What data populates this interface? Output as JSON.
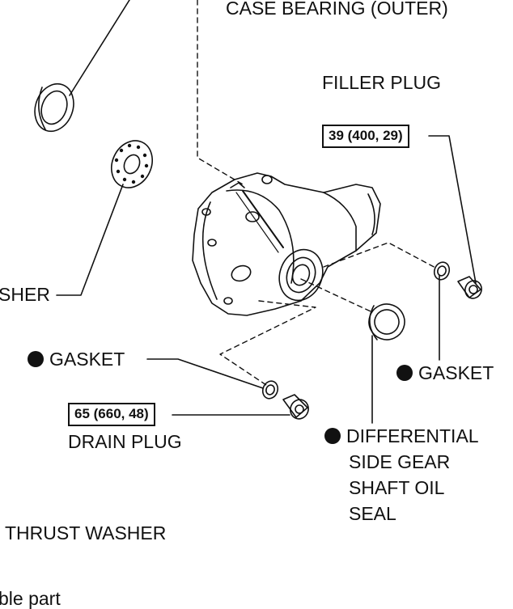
{
  "labels": {
    "case_bearing": "CASE BEARING  (OUTER)",
    "filler_plug": "FILLER PLUG",
    "washer_partial": "SHER",
    "gasket_left": "GASKET",
    "gasket_right": "GASKET",
    "drain_plug": "DRAIN PLUG",
    "seal_line1": "DIFFERENTIAL",
    "seal_line2": "SIDE GEAR",
    "seal_line3": "SHAFT OIL",
    "seal_line4": "SEAL",
    "thrust_washer": "THRUST WASHER",
    "footer_partial": "ble part"
  },
  "torque": {
    "filler": "39 (400, 29)",
    "drain": "65 (660, 48)"
  },
  "icons": {
    "non_reusable": "filled-circle-icon"
  },
  "colors": {
    "ink": "#111111",
    "background": "#ffffff"
  }
}
